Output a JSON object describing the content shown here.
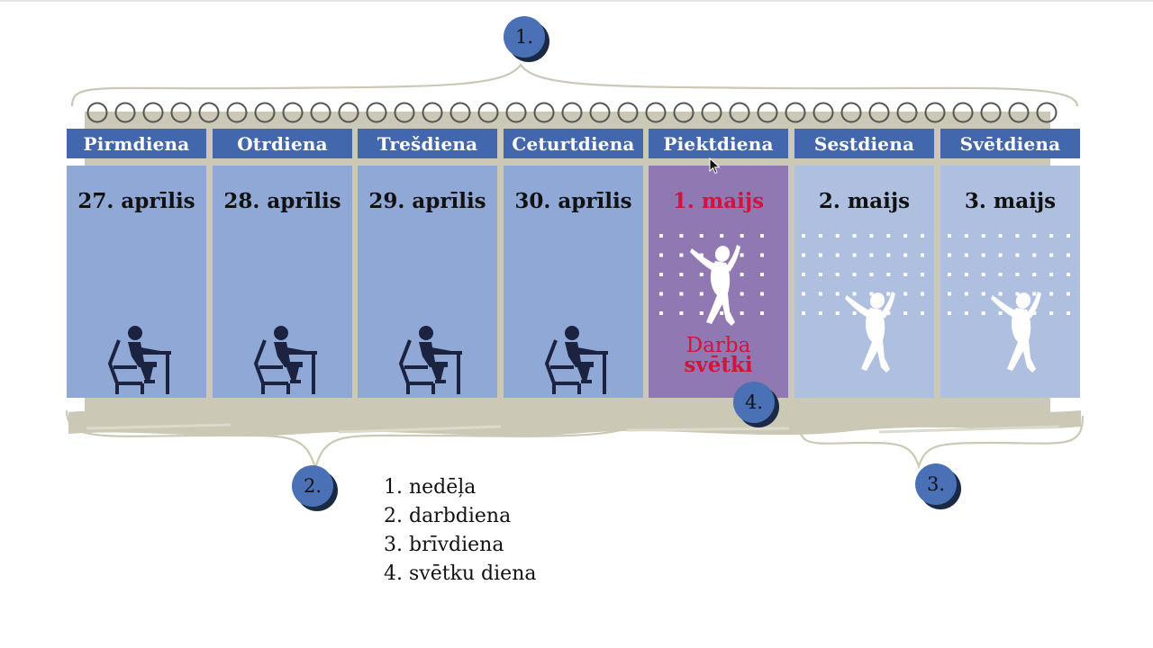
{
  "days": [
    {
      "name": "Pirmdiena",
      "date": "27. aprīlis",
      "kind": "workday"
    },
    {
      "name": "Otrdiena",
      "date": "28. aprīlis",
      "kind": "workday"
    },
    {
      "name": "Trešdiena",
      "date": "29. aprīlis",
      "kind": "workday"
    },
    {
      "name": "Ceturtdiena",
      "date": "30. aprīlis",
      "kind": "workday"
    },
    {
      "name": "Piektdiena",
      "date": "1. maijs",
      "kind": "holiday"
    },
    {
      "name": "Sestdiena",
      "date": "2. maijs",
      "kind": "dayoff"
    },
    {
      "name": "Svētdiena",
      "date": "3. maijs",
      "kind": "dayoff"
    }
  ],
  "holiday_text": {
    "line1": "Darba",
    "line2": "svētki"
  },
  "callouts": {
    "week": "1.",
    "workday": "2.",
    "dayoff": "3.",
    "holiday": "4."
  },
  "legend": [
    "1. nedēļa",
    "2. darbdiena",
    "3. brīvdiena",
    "4. svētku diena"
  ],
  "colors": {
    "header": "#4367ad",
    "workday": "#8fa8d6",
    "holiday": "#9078b2",
    "dayoff": "#aebfe0",
    "holiday_red": "#d0143c",
    "figure_dark": "#1b2340",
    "callout": "#4a70b5"
  },
  "icons": {
    "workday": "person-at-desk-icon",
    "free": "jumping-person-icon"
  }
}
